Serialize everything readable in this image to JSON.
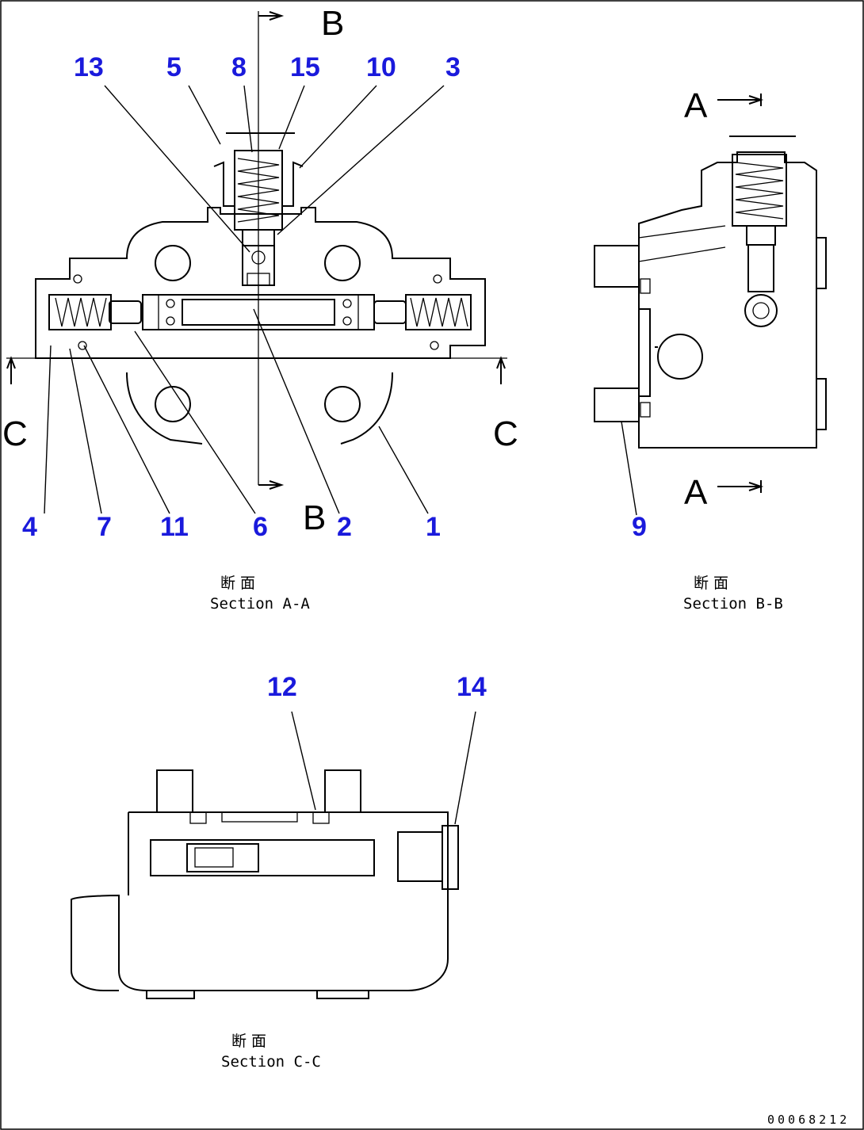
{
  "callouts": {
    "c13": "13",
    "c5": "5",
    "c8": "8",
    "c15": "15",
    "c10": "10",
    "c3": "3",
    "c4": "4",
    "c7": "7",
    "c11": "11",
    "c6": "6",
    "c2": "2",
    "c1": "1",
    "c9": "9",
    "c12": "12",
    "c14": "14"
  },
  "section_marks": {
    "b_top": "B",
    "b_bottom": "B",
    "c_left": "C",
    "c_right": "C",
    "a_top": "A",
    "a_bottom": "A"
  },
  "captions": {
    "aa_jp": "断 面",
    "aa_en": "Section A-A",
    "bb_jp": "断 面",
    "bb_en": "Section B-B",
    "cc_jp": "断 面",
    "cc_en": "Section C-C"
  },
  "document_id": "00068212",
  "colors": {
    "callout": "#1a1adc",
    "line": "#000000",
    "background": "#ffffff"
  }
}
